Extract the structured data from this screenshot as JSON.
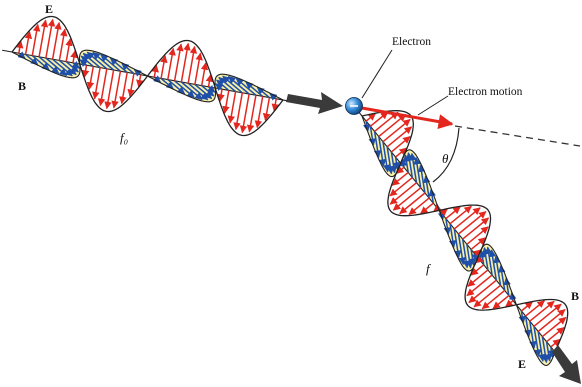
{
  "labels": {
    "incident_E": "E",
    "incident_B": "B",
    "incident_freq": "f₀",
    "electron": "Electron",
    "electron_motion": "Electron motion",
    "angle": "θ",
    "scattered_freq": "f",
    "scattered_B": "B",
    "scattered_E": "E"
  },
  "colors": {
    "electric_field": "#e3271f",
    "magnetic_field": "#1f4fa8",
    "magnetic_fill": "#f6eea0",
    "wave_curve": "#222222",
    "photon_arrow": "#3a3a3a",
    "electron": "#2a7fd0",
    "electron_motion_arrow": "#e3271f",
    "dashed_line": "#333333"
  },
  "icons": {
    "electron": "electron-sphere-icon",
    "incident_photon_arrow": "thick-arrow-right-icon",
    "scattered_photon_arrow": "thick-arrow-down-right-icon"
  }
}
